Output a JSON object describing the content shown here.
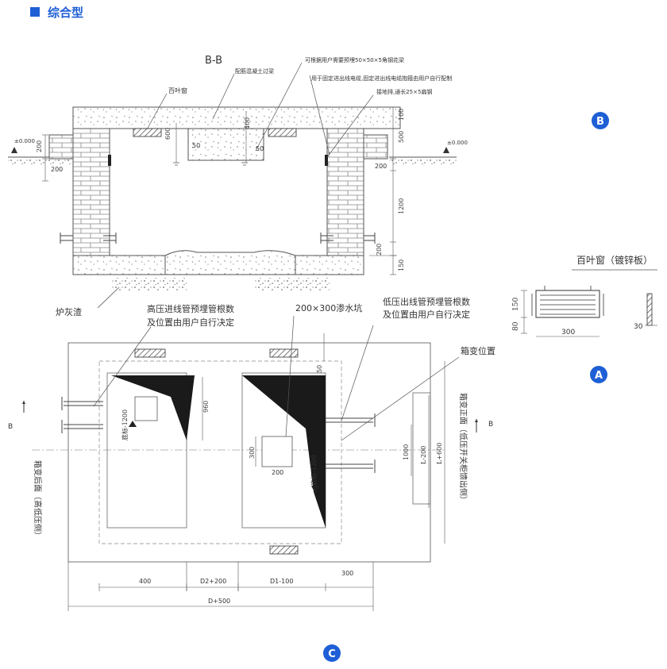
{
  "header": {
    "title": "综合型",
    "accent": "#1f5fd6"
  },
  "section_top": {
    "title": "B-B",
    "notes": {
      "louver": "百叶窗",
      "beam": "配筋混凝土过梁",
      "angle_steel": "可根据用户需要预埋50×50×5角钢花梁",
      "cable_fix": "用于固定进出线电缆,固定进出线电缆抱箍由用户自行配制",
      "ground_bar": "接地排,通长25×5扁钢"
    },
    "dims": {
      "d50a": "50",
      "d50b": "50",
      "d400": "400",
      "d600": "600",
      "d500": "500",
      "d100": "100",
      "d200a": "200",
      "d200b": "200",
      "d200c": "200",
      "d200d": "200",
      "d1200": "1200",
      "d150": "150"
    },
    "levels": {
      "left": "±0.000",
      "right": "±0.000"
    },
    "slag_label": "炉灰渣"
  },
  "louver_detail": {
    "title": "百叶窗（镀锌板）",
    "dims": {
      "w": "300",
      "h1": "150",
      "h2": "80",
      "side": "30"
    }
  },
  "section_plan": {
    "notes": {
      "hv_pipe": "高压进线管预埋管根数",
      "hv_pipe2": "及位置由用户自行决定",
      "pit": "200×300渗水坑",
      "lv_pipe": "低压出线管预埋管根数",
      "lv_pipe2": "及位置由用户自行决定",
      "box_pos": "箱变位置"
    },
    "dims": {
      "d960": "960",
      "d50": "50",
      "d300": "300",
      "d200": "200",
      "d1000": "1000",
      "l200": "L-200",
      "l600": "L+600",
      "w400": "400",
      "d2": "D2+200",
      "d1": "D1-100",
      "w300": "300",
      "total": "D+500",
      "floor_l": "底标-1200",
      "floor_r": "底标-1200"
    },
    "side_labels": {
      "back": "箱变后面（高低压侧）",
      "front": "箱变正面（低压开关柜馈出侧）"
    },
    "cut_left": "B",
    "cut_right": "B"
  },
  "badges": {
    "a": "A",
    "b": "B",
    "c": "C",
    "color": "#1f5fd6"
  }
}
